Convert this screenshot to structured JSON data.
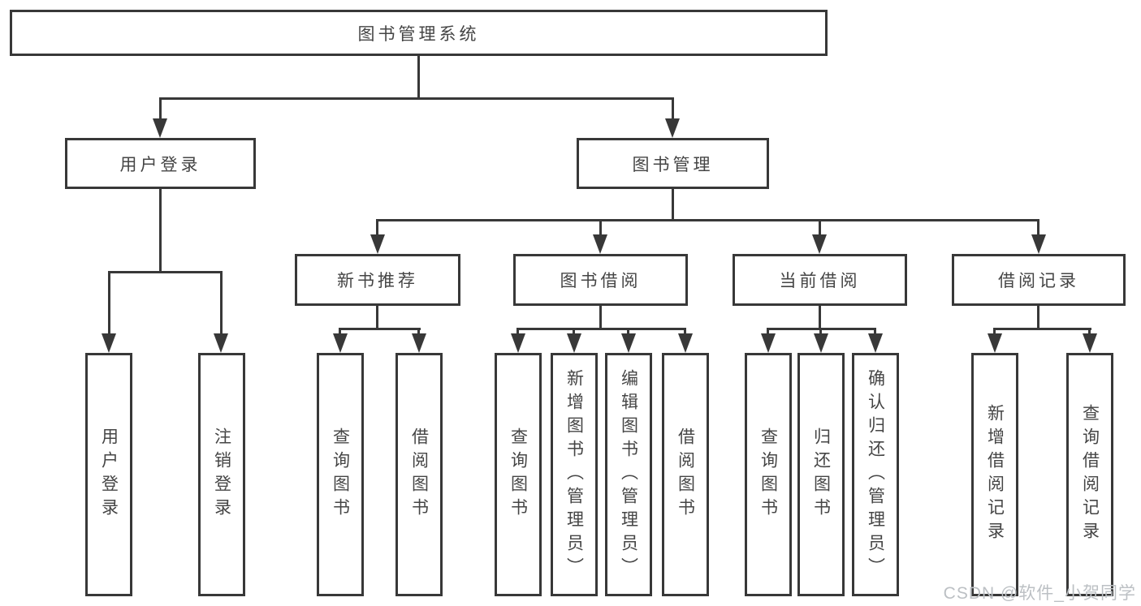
{
  "diagram": {
    "watermark": "CSDN @软件_小贺同学",
    "colors": {
      "line": "#383838",
      "box_border": "#383838",
      "box_background": "#ffffff",
      "text": "#454545",
      "watermark_text": "#bcc0c4"
    },
    "nodes": {
      "root": {
        "label": "图书管理系统"
      },
      "user_login": {
        "label": "用户登录"
      },
      "book_mgmt": {
        "label": "图书管理"
      },
      "new_book_rec": {
        "label": "新书推荐"
      },
      "book_borrow": {
        "label": "图书借阅"
      },
      "current_borrow": {
        "label": "当前借阅"
      },
      "borrow_record": {
        "label": "借阅记录"
      },
      "leaf_login": {
        "label": "用户登录"
      },
      "leaf_logout": {
        "label": "注销登录"
      },
      "leaf_nbr_query": {
        "label": "查询图书"
      },
      "leaf_nbr_borrow": {
        "label": "借阅图书"
      },
      "leaf_bb_query": {
        "label": "查询图书"
      },
      "leaf_bb_add": {
        "label": "新增图书（管理员）"
      },
      "leaf_bb_edit": {
        "label": "编辑图书（管理员）"
      },
      "leaf_bb_borrow": {
        "label": "借阅图书"
      },
      "leaf_cb_query": {
        "label": "查询图书"
      },
      "leaf_cb_return": {
        "label": "归还图书"
      },
      "leaf_cb_confirm": {
        "label": "确认归还（管理员）"
      },
      "leaf_br_add": {
        "label": "新增借阅记录"
      },
      "leaf_br_query": {
        "label": "查询借阅记录"
      }
    },
    "hierarchy": {
      "图书管理系统": [
        "用户登录",
        "图书管理"
      ],
      "用户登录": [
        "用户登录",
        "注销登录"
      ],
      "图书管理": [
        "新书推荐",
        "图书借阅",
        "当前借阅",
        "借阅记录"
      ],
      "新书推荐": [
        "查询图书",
        "借阅图书"
      ],
      "图书借阅": [
        "查询图书",
        "新增图书（管理员）",
        "编辑图书（管理员）",
        "借阅图书"
      ],
      "当前借阅": [
        "查询图书",
        "归还图书",
        "确认归还（管理员）"
      ],
      "借阅记录": [
        "新增借阅记录",
        "查询借阅记录"
      ]
    }
  }
}
